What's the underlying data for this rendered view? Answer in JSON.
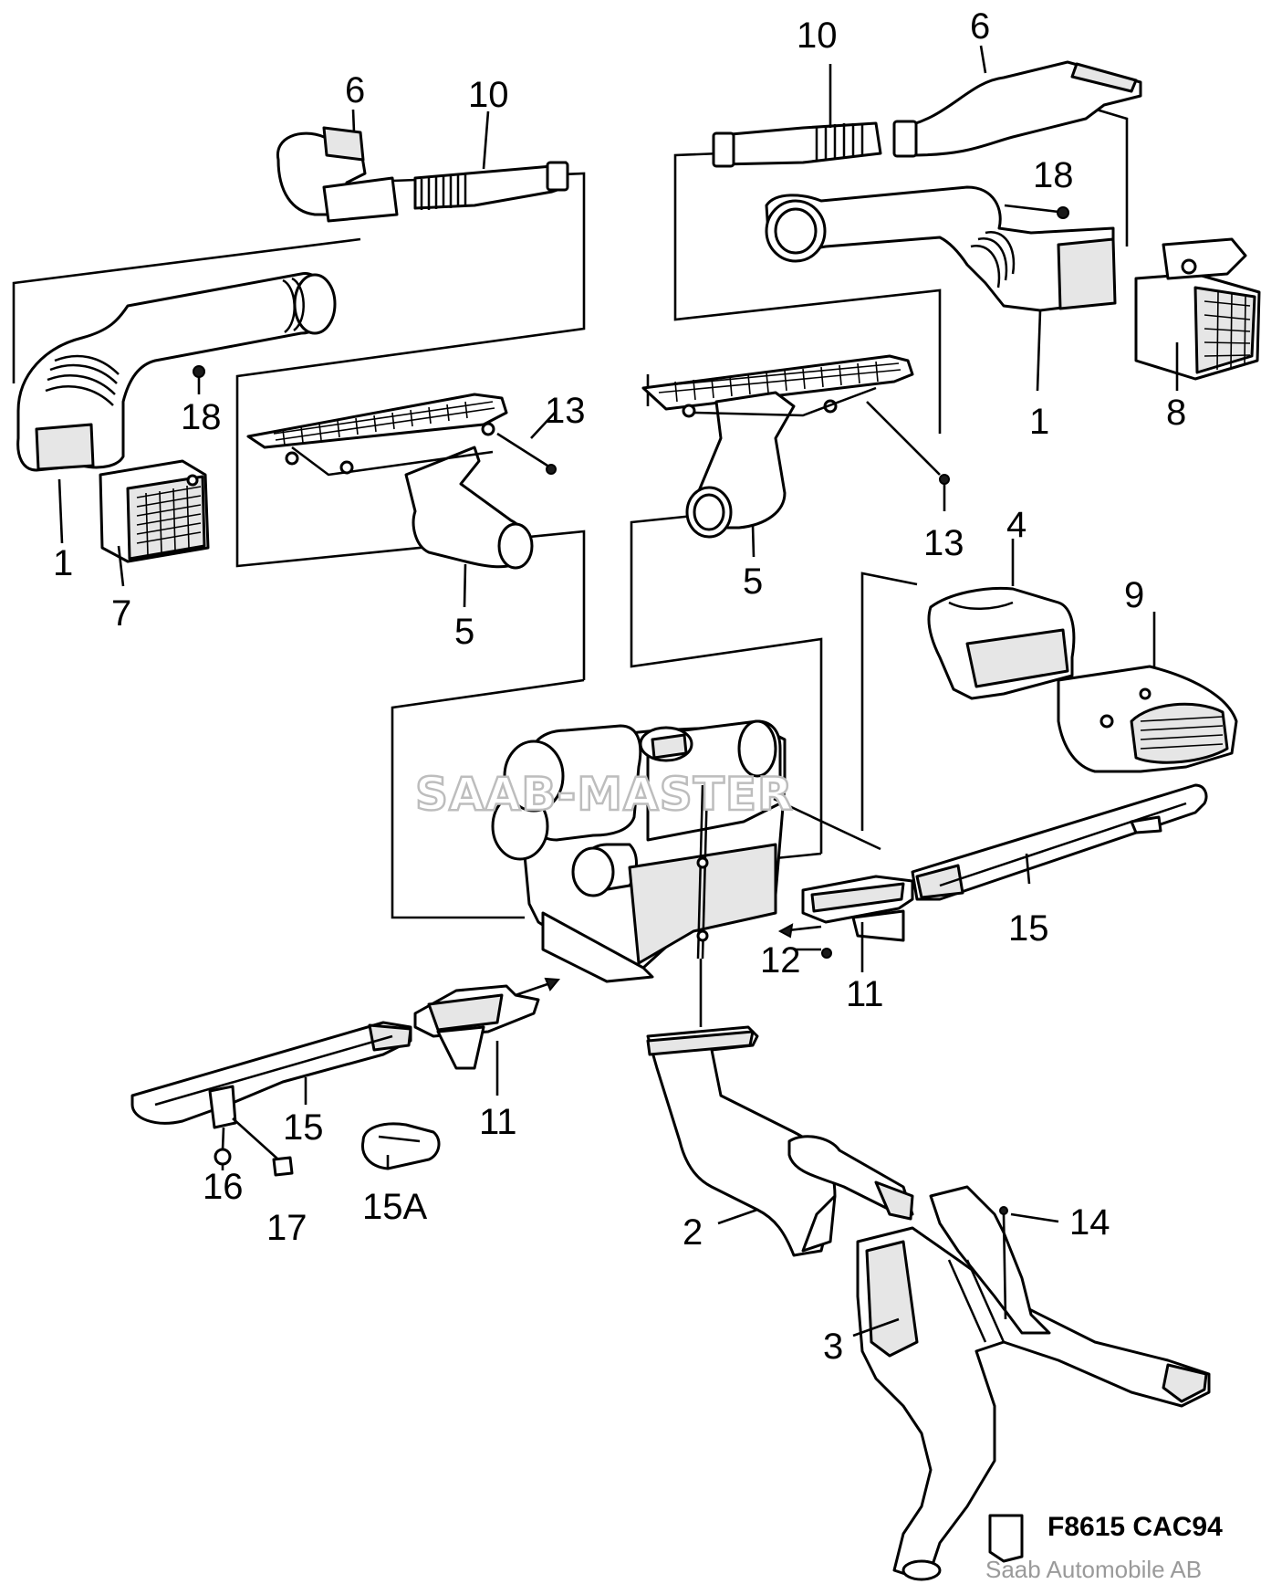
{
  "diagram": {
    "callouts": {
      "c1_left": "1",
      "c7": "7",
      "c18_left": "18",
      "c6_left": "6",
      "c10_left": "10",
      "c13_left": "13",
      "c5_left": "5",
      "c10_right": "10",
      "c6_right": "6",
      "c18_right": "18",
      "c1_right": "1",
      "c8": "8",
      "c13_right": "13",
      "c5_right": "5",
      "c4": "4",
      "c9": "9",
      "c15_right": "15",
      "c12": "12",
      "c11_right": "11",
      "c11_left": "11",
      "c15_left": "15",
      "c16": "16",
      "c17": "17",
      "c15a": "15A",
      "c2": "2",
      "c3": "3",
      "c14": "14"
    },
    "drawing_code": "F8615 CAC94",
    "watermark": "SAAB-MASTER",
    "copyright": "Saab Automobile AB"
  }
}
